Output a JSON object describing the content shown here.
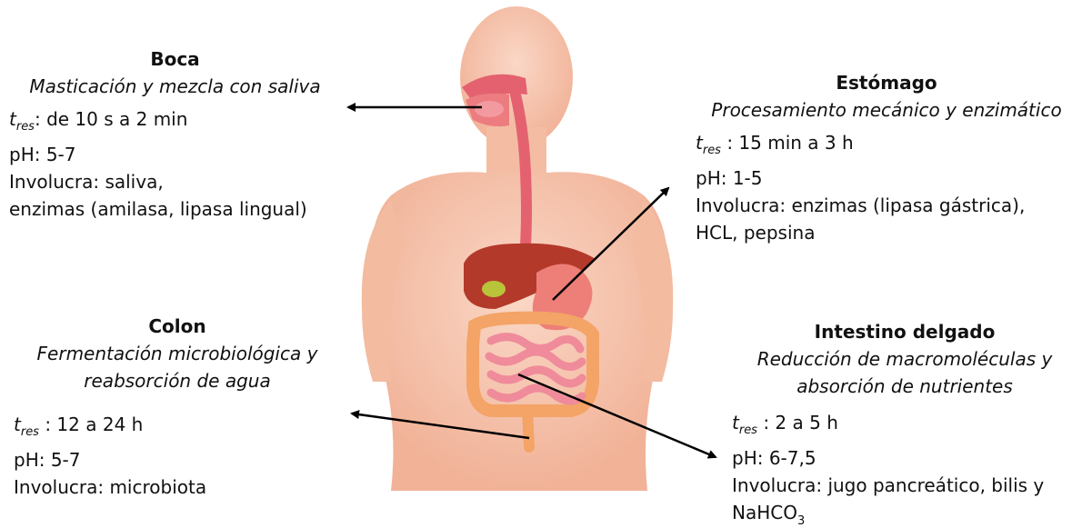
{
  "organs": {
    "boca": {
      "title": "Boca",
      "subtitle": "Masticación y mezcla con saliva",
      "tres_symbol": "t",
      "tres_sub": "res",
      "tres_value": ": de 10 s a 2 min",
      "ph": "pH: 5-7",
      "involves_1": "Involucra: saliva,",
      "involves_2": "enzimas (amilasa, lipasa lingual)"
    },
    "estomago": {
      "title": "Estómago",
      "subtitle": "Procesamiento mecánico y enzimático",
      "tres_symbol": "t",
      "tres_sub": "res",
      "tres_value": " : 15 min a 3 h",
      "ph": "pH: 1-5",
      "involves_1": "Involucra: enzimas (lipasa gástrica),",
      "involves_2": "HCL, pepsina"
    },
    "colon": {
      "title": "Colon",
      "subtitle_1": "Fermentación microbiológica y",
      "subtitle_2": "reabsorción de agua",
      "tres_symbol": "t",
      "tres_sub": "res",
      "tres_value": " : 12 a 24 h",
      "ph": "pH: 5-7",
      "involves_1": "Involucra: microbiota"
    },
    "intestino": {
      "title": "Intestino delgado",
      "subtitle_1": "Reducción de macromoléculas y",
      "subtitle_2": "absorción de nutrientes",
      "tres_symbol": "t",
      "tres_sub": "res",
      "tres_value": " : 2 a 5 h",
      "ph": "pH: 6-7,5",
      "involves_1": "Involucra: jugo pancreático, bilis y",
      "chem_main": "NaHCO",
      "chem_sub": "3"
    }
  },
  "colors": {
    "skin": "#f6c6ad",
    "skin_edge": "#eeb096",
    "liver": "#b3392a",
    "stomach": "#ee7f78",
    "intestine": "#ef8b9a",
    "colon": "#f3a466",
    "esophagus": "#e46270",
    "gallbladder": "#b8c43a",
    "arrow": "#000000"
  }
}
